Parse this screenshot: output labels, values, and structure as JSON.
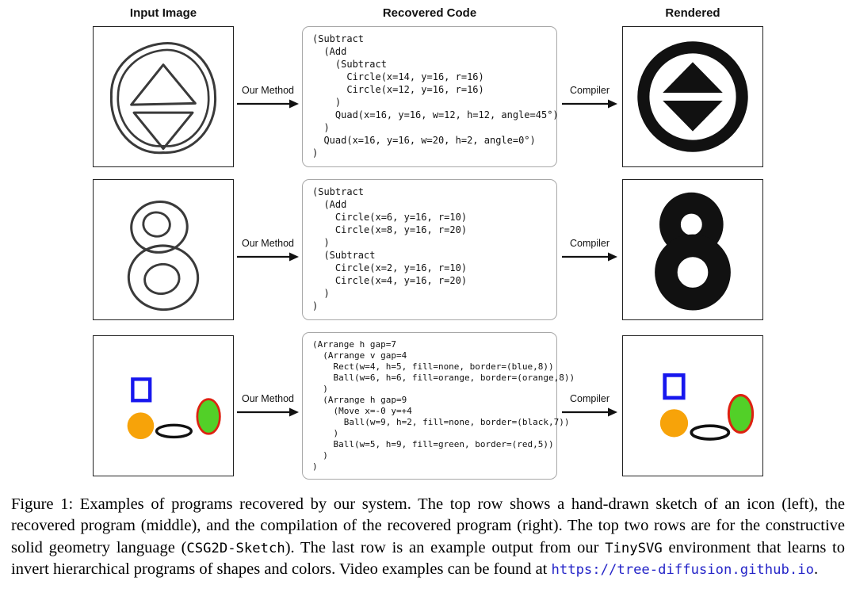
{
  "headers": {
    "input": "Input Image",
    "code": "Recovered Code",
    "rendered": "Rendered"
  },
  "arrows": {
    "method": "Our Method",
    "compiler": "Compiler"
  },
  "rows": [
    {
      "name": "csg-icon-row",
      "code": "(Subtract\n  (Add\n    (Subtract\n      Circle(x=14, y=16, r=16)\n      Circle(x=12, y=16, r=16)\n    )\n    Quad(x=16, y=16, w=12, h=12, angle=45°)\n  )\n  Quad(x=16, y=16, w=20, h=2, angle=0°)\n)"
    },
    {
      "name": "csg-eight-row",
      "code": "(Subtract\n  (Add\n    Circle(x=6, y=16, r=10)\n    Circle(x=8, y=16, r=20)\n  )\n  (Subtract\n    Circle(x=2, y=16, r=10)\n    Circle(x=4, y=16, r=20)\n  )\n)"
    },
    {
      "name": "tinysvg-row",
      "code": "(Arrange h gap=7\n  (Arrange v gap=4\n    Rect(w=4, h=5, fill=none, border=(blue,8))\n    Ball(w=6, h=6, fill=orange, border=(orange,8))\n  )\n  (Arrange h gap=9\n    (Move x=-0 y=+4\n      Ball(w=9, h=2, fill=none, border=(black,7))\n    )\n    Ball(w=5, h=9, fill=green, border=(red,5))\n  )\n)"
    }
  ],
  "colors": {
    "black": "#111111",
    "blue": "#1717ee",
    "orange": "#f7a309",
    "green": "#52d028",
    "red": "#dd2211",
    "sketch": "#3a3a3a",
    "link": "#2525c8"
  },
  "caption": {
    "segments": [
      {
        "style": "serif",
        "text": "Figure 1: Examples of programs recovered by our system. The top row shows a hand-drawn sketch of an icon (left), the recovered program (middle), and the compilation of the recovered program (right). The top two rows are for the constructive solid geometry language ("
      },
      {
        "style": "mono",
        "text": "CSG2D-Sketch"
      },
      {
        "style": "serif",
        "text": "). The last row is an example output from our "
      },
      {
        "style": "mono",
        "text": "TinySVG"
      },
      {
        "style": "serif",
        "text": " environment that learns to invert hierarchical programs of shapes and colors. Video examples can be found at "
      },
      {
        "style": "mono-link",
        "text": "https://tree-diffusion.github.io"
      },
      {
        "style": "serif",
        "text": "."
      }
    ]
  }
}
